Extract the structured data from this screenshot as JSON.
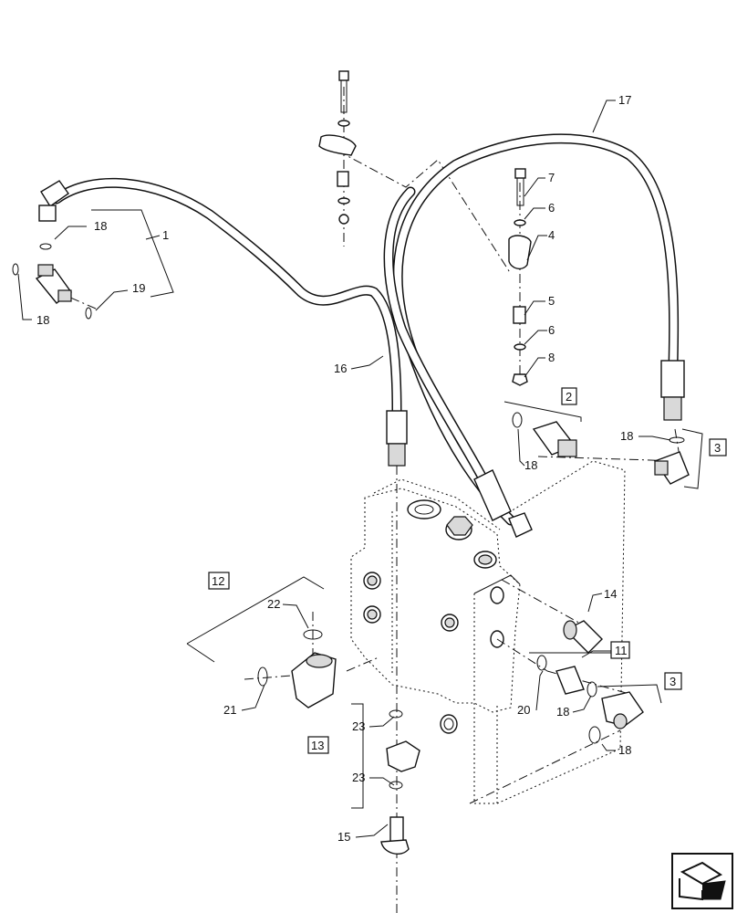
{
  "callouts": {
    "c1": "1",
    "c2": "2",
    "c3a": "3",
    "c3b": "3",
    "c4": "4",
    "c5": "5",
    "c6a": "6",
    "c6b": "6",
    "c7": "7",
    "c8": "8",
    "c11": "11",
    "c12": "12",
    "c13": "13",
    "c14": "14",
    "c15": "15",
    "c16": "16",
    "c17": "17",
    "c18a": "18",
    "c18b": "18",
    "c18c": "18",
    "c18d": "18",
    "c18e": "18",
    "c18f": "18",
    "c19": "19",
    "c20": "20",
    "c21": "21",
    "c22": "22",
    "c23a": "23",
    "c23b": "23"
  },
  "icons": {
    "nav": "next-page-arrow-icon"
  }
}
